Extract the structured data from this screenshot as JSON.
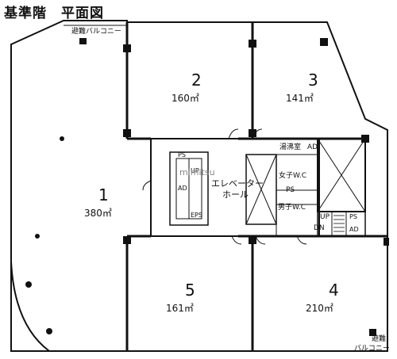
{
  "title": "基準階　平面図",
  "units": [
    {
      "no": "1",
      "area": "380㎡"
    },
    {
      "no": "2",
      "area": "160㎡"
    },
    {
      "no": "3",
      "area": "141㎡"
    },
    {
      "no": "4",
      "area": "210㎡"
    },
    {
      "no": "5",
      "area": "161㎡"
    }
  ],
  "labels": {
    "balcony_top": "避難バルコニー",
    "balcony_bottom_1": "避難",
    "balcony_bottom_2": "バルコニー",
    "elevator_hall_1": "エレベーター",
    "elevator_hall_2": "ホール",
    "kitchen": "湯沸室",
    "womens_wc": "女子W.C",
    "mens_wc": "男子W.C",
    "ps": "PS",
    "ad": "AD",
    "eps": "EPS",
    "up": "UP",
    "dn": "DN",
    "watermark": "mimitsu"
  }
}
